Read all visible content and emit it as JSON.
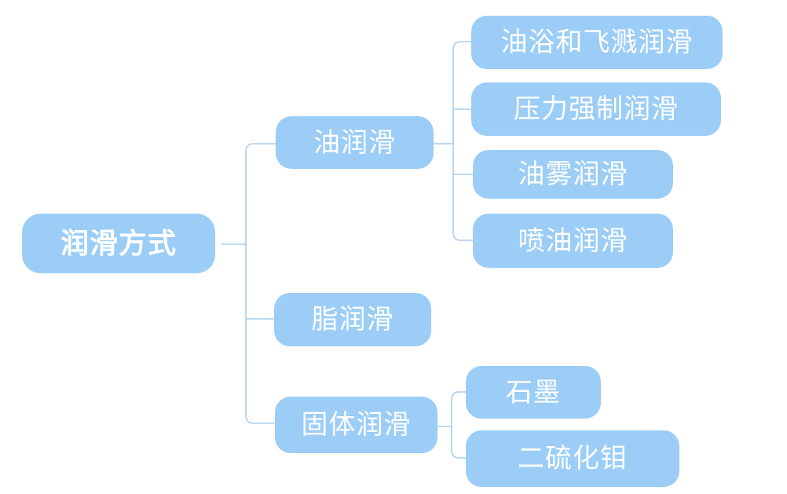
{
  "diagram": {
    "type": "mindmap-tree",
    "root": {
      "label": "润滑方式"
    },
    "branches": [
      {
        "label": "油润滑",
        "children": [
          {
            "label": "油浴和飞溅润滑"
          },
          {
            "label": "压力强制润滑"
          },
          {
            "label": "油雾润滑"
          },
          {
            "label": "喷油润滑"
          }
        ]
      },
      {
        "label": "脂润滑",
        "children": []
      },
      {
        "label": "固体润滑",
        "children": [
          {
            "label": "石墨"
          },
          {
            "label": "二硫化钼"
          }
        ]
      }
    ],
    "colors": {
      "node_fill": "#9bcdf6",
      "node_text": "#ffffff",
      "connector": "#a8cef1",
      "background": "#ffffff"
    }
  }
}
